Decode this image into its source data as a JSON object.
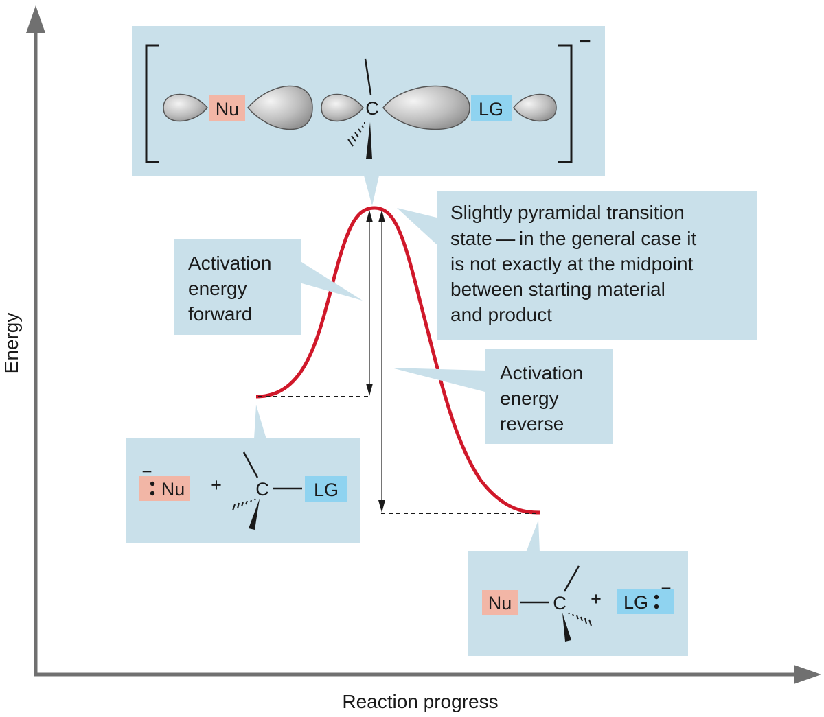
{
  "axes": {
    "y_label": "Energy",
    "x_label": "Reaction progress"
  },
  "transition_state": {
    "charge": "−",
    "nucleophile": "Nu",
    "carbon": "C",
    "leaving_group": "LG"
  },
  "callouts": {
    "activation_forward": [
      "Activation",
      "energy",
      "forward"
    ],
    "activation_reverse": [
      "Activation",
      "energy",
      "reverse"
    ],
    "transition_note": [
      "Slightly pyramidal transition",
      "state — in the general case it",
      "is not exactly at the midpoint",
      "between starting material",
      "and product"
    ]
  },
  "reactants": {
    "charge": "−",
    "lone_pair": "•",
    "nucleophile": "Nu",
    "plus": "+",
    "carbon": "C",
    "leaving_group": "LG"
  },
  "products": {
    "nucleophile": "Nu",
    "carbon": "C",
    "plus": "+",
    "leaving_group": "LG",
    "lone_pair": "•",
    "charge": "−"
  },
  "colors": {
    "box": "#c9e0ea",
    "curve": "#d0182a",
    "nu_highlight": "#f2b6a6",
    "lg_highlight": "#8fd3f0",
    "axis": "#707070",
    "lobe": "#b8b8b8"
  }
}
